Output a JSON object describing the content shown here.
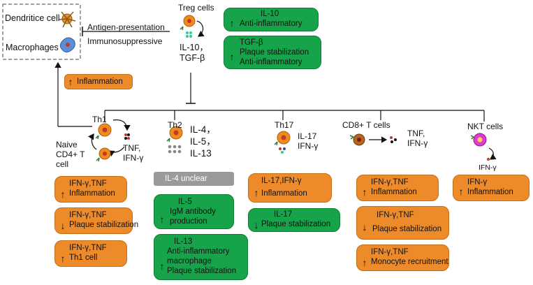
{
  "top": {
    "dendritic": "Dendritice cell",
    "macrophages": "Macrophages",
    "antigen": "Antigen-presentation",
    "immuno": "Immunosuppressive",
    "treg": "Treg cells",
    "treg_cyto1": "IL-10，",
    "treg_cyto2": "TGF-β"
  },
  "treg_boxes": [
    {
      "title": "IL-10",
      "lines": [
        "Anti-inflammatory"
      ]
    },
    {
      "title": "TGF-β",
      "lines": [
        "Plaque stabilization",
        "Anti-inflammatory"
      ]
    }
  ],
  "inflammation_box": "Inflammation",
  "naive": [
    "Naive",
    "CD4+ T",
    "cell"
  ],
  "th1": {
    "label": "Th1",
    "cyto1": "TNF,",
    "cyto2": "IFN-γ",
    "boxes": [
      {
        "dir": "up",
        "lines": [
          "IFN-γ,TNF",
          "Inflammation"
        ]
      },
      {
        "dir": "down",
        "lines": [
          "IFN-γ,TNF",
          "Plaque stabilization"
        ]
      },
      {
        "dir": "up",
        "lines": [
          "IFN-γ,TNF",
          "Th1 cell"
        ]
      }
    ]
  },
  "th2": {
    "label": "Th2",
    "cyto": [
      "IL-4，",
      "IL-5，",
      "IL-13"
    ],
    "grey_box": "IL-4   unclear",
    "boxes": [
      {
        "dir": "up",
        "lines": [
          "IL-5",
          "IgM antibody",
          "production"
        ]
      },
      {
        "dir": "up",
        "lines": [
          "IL-13",
          "Anti-inflammatory",
          "macrophage",
          "Plaque stabilization"
        ]
      }
    ]
  },
  "th17": {
    "label": "Th17",
    "cyto1": "IL-17",
    "cyto2": "IFN-γ",
    "boxes": [
      {
        "dir": "up",
        "lines": [
          "IL-17,IFN-γ",
          "Inflammation"
        ]
      },
      {
        "dir": "down",
        "lines": [
          "IL-17",
          "Plaque  stabilization"
        ]
      }
    ]
  },
  "cd8": {
    "label": "CD8+ T cells",
    "cyto1": "TNF,",
    "cyto2": "IFN-γ",
    "boxes": [
      {
        "dir": "up",
        "lines": [
          "IFN-γ,TNF",
          "Inflammation"
        ]
      },
      {
        "dir": "down",
        "lines": [
          "IFN-γ,TNF",
          "Plaque stabilization"
        ]
      },
      {
        "dir": "up",
        "lines": [
          "IFN-γ,TNF",
          "Monocyte recruitment"
        ]
      }
    ]
  },
  "nkt": {
    "label": "NKT cells",
    "cyto": "IFN-γ",
    "boxes": [
      {
        "dir": "up",
        "lines": [
          "IFN-γ",
          "Inflammation"
        ]
      }
    ]
  },
  "colors": {
    "orange": "#ed8a2a",
    "green": "#17a34a",
    "grey": "#9a9a9a",
    "cell_orange": "#f08a1e",
    "nucleus": "#c0392b",
    "nkt_pink": "#e23ad0",
    "cd8_brown": "#b5651d"
  },
  "icons": [
    "dendritic-cell-icon",
    "macrophage-icon",
    "t-cell-icon",
    "cytokine-dot-icon",
    "up-arrow-icon",
    "down-arrow-icon"
  ]
}
